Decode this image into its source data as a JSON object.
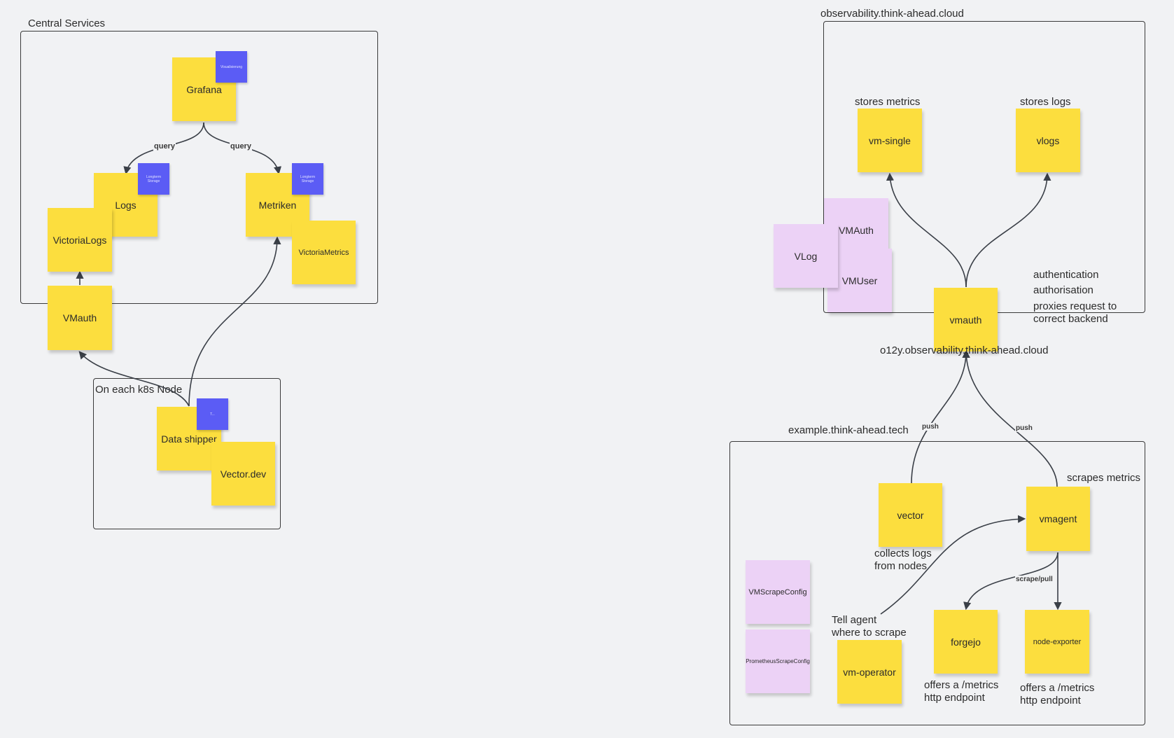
{
  "frames": {
    "central": "Central Services",
    "node": "On each k8s Node",
    "observability": "observability.think-ahead.cloud",
    "example": "example.think-ahead.tech"
  },
  "notes": {
    "grafana": "Grafana",
    "grafana_tag": "Visualisierung",
    "logs": "Logs",
    "logs_tag": "Longterm Storage",
    "metriken": "Metriken",
    "metriken_tag": "Longterm Storage",
    "victorialogs": "VictoriaLogs",
    "victoriametrics": "VictoriaMetrics",
    "vmauth_left": "VMauth",
    "data_shipper": "Data shipper",
    "data_shipper_tag": "T...",
    "vector_dev": "Vector.dev",
    "vm_single": "vm-single",
    "vlogs": "vlogs",
    "vmauth_crd": "VMAuth",
    "vlog_crd": "VLog",
    "vmuser_crd": "VMUser",
    "vmauth_right": "vmauth",
    "vector": "vector",
    "vmagent": "vmagent",
    "vmscrapeconfig": "VMScrapeConfig",
    "prometheus_scrape": "PrometheusScrapeConfig",
    "vm_operator": "vm-operator",
    "forgejo": "forgejo",
    "node_exporter": "node-exporter"
  },
  "texts": {
    "stores_metrics": "stores metrics",
    "stores_logs": "stores logs",
    "auth1": "authentication",
    "auth2": "authorisation",
    "auth3": "proxies request to",
    "auth4": "correct backend",
    "o12y": "o12y.observability.think-ahead.cloud",
    "scrapes_metrics": "scrapes metrics",
    "collects1": "collects logs",
    "collects2": "from nodes",
    "tell1": "Tell agent",
    "tell2": "where to scrape",
    "offers_a1": "offers a /metrics",
    "offers_a2": "http endpoint",
    "offers_b1": "offers a /metrics",
    "offers_b2": "http endpoint"
  },
  "edge_labels": {
    "query_left": "query",
    "query_right": "query",
    "push_left": "push",
    "push_right": "push",
    "scrape_pull": "scrape/pull"
  },
  "colors": {
    "sticky_yellow": "#fcde3e",
    "sticky_pink": "#ecd2f6",
    "sticky_blue": "#5b5cf5",
    "background": "#f1f2f4",
    "line": "#3a3f47"
  }
}
